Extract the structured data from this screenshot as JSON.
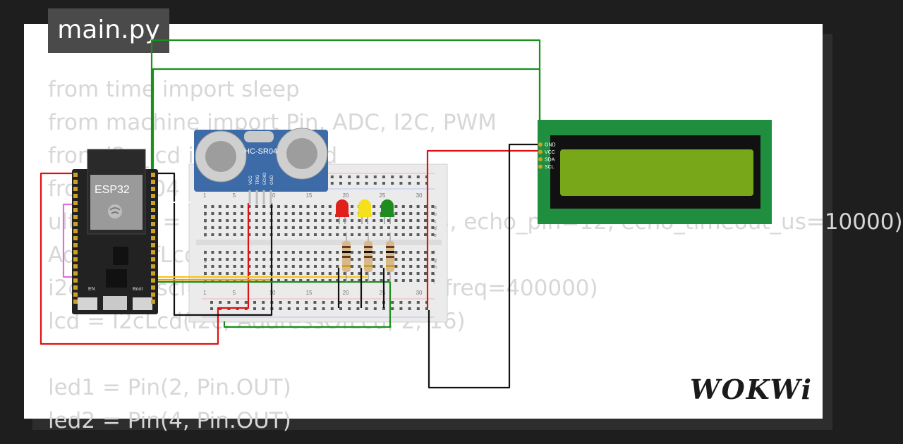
{
  "file_tab": {
    "label": "main.py"
  },
  "code_lines": [
    "from time import sleep",
    "from machine import Pin, ADC, I2C, PWM",
    "from i2c_lcd import I2cLcd",
    "from hcsr04 import HCSR04",
    "ultrasonic = HCSR04(trigger_pin=13, echo_pin=12, echo_timeout_us=10000)",
    "AddressOfLcd = 0x27",
    "i2c = I2C(scl=Pin(22), sda=Pin(21), freq=400000)",
    "lcd = I2cLcd(i2c, AddressOfLcd, 2, 16)",
    "",
    "led1 = Pin(2, Pin.OUT)",
    "led2 = Pin(4, Pin.OUT)"
  ],
  "esp32": {
    "label": "ESP32",
    "en_label": "EN",
    "boot_label": "Boot"
  },
  "sensor": {
    "label": "HC-SR04",
    "pins": [
      "VCC",
      "TRIG",
      "ECHO",
      "GND"
    ]
  },
  "breadboard": {
    "column_numbers": [
      "1",
      "5",
      "10",
      "15",
      "20",
      "25",
      "30"
    ],
    "row_letters_top": [
      "a",
      "b",
      "c",
      "d",
      "e"
    ],
    "row_letters_bottom": [
      "f",
      "g",
      "h",
      "i",
      "j"
    ]
  },
  "leds": [
    {
      "color": "#e0201b"
    },
    {
      "color": "#f4e11c"
    },
    {
      "color": "#1f8c1f"
    }
  ],
  "lcd": {
    "pins": [
      "GND",
      "VCC",
      "SDA",
      "SCL"
    ]
  },
  "brand": {
    "logo_text": "WOKWi"
  },
  "colors": {
    "wire_green": "#1a8f1a",
    "wire_red": "#e01010",
    "wire_black": "#111111",
    "wire_yellow": "#f5c518",
    "wire_orange": "#f39c12",
    "wire_magenta": "#e06ee0",
    "lcd_board": "#1f8f3f",
    "lcd_screen": "#78a819"
  }
}
